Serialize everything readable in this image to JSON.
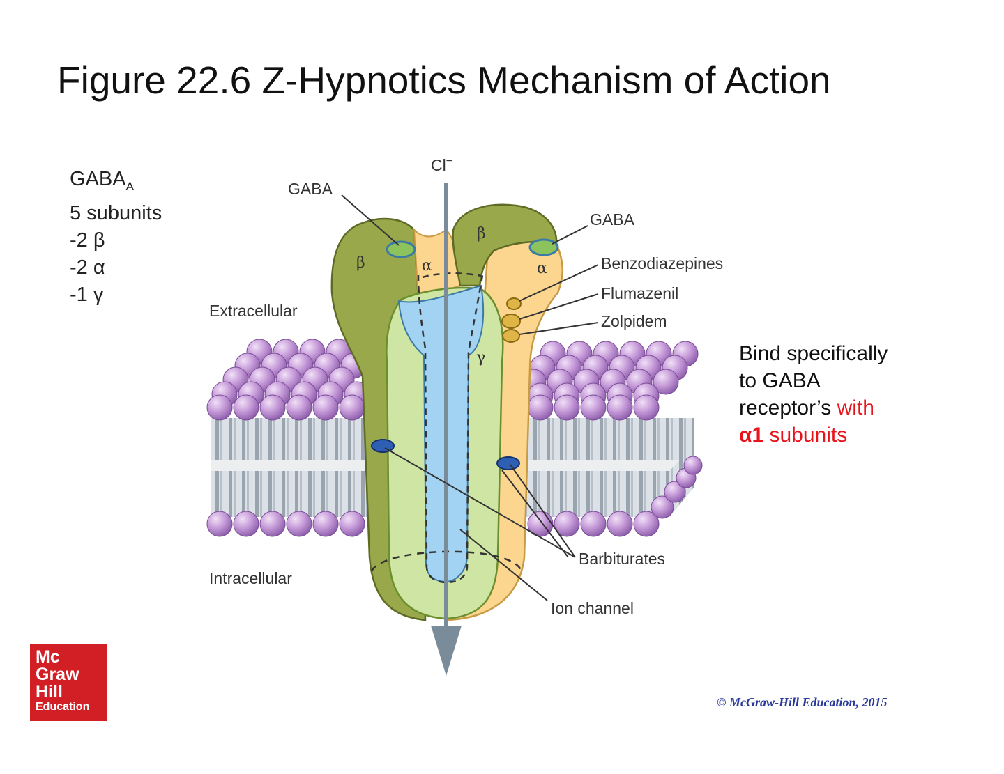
{
  "title": "Figure 22.6 Z-Hypnotics Mechanism of Action",
  "info": {
    "line1_main": "GABA",
    "line1_sub": "A",
    "line2": "5 subunits",
    "line3": "-2 β",
    "line4": "-2 α",
    "line5": "-1 γ"
  },
  "bind": {
    "line1": "Bind specifically",
    "line2": "to GABA",
    "line3_pre": "receptor’s ",
    "line3_red": "with",
    "line4_bold": "α1",
    "line4_rest": " subunits"
  },
  "diagram": {
    "cl_label": "Cl",
    "cl_sup": "−",
    "gaba_left": "GABA",
    "gaba_right": "GABA",
    "benzodiazepines": "Benzodiazepines",
    "flumazenil": "Flumazenil",
    "zolpidem": "Zolpidem",
    "extracellular": "Extracellular",
    "intracellular": "Intracellular",
    "barbiturates": "Barbiturates",
    "ion_channel": "Ion channel",
    "beta_left": "β",
    "beta_right": "β",
    "alpha_left": "α",
    "alpha_right": "α",
    "gamma": "γ"
  },
  "colors": {
    "beta_subunit": "#98a84a",
    "alpha_subunit": "#fcd58f",
    "gamma_subunit": "#cfe5a4",
    "channel": "#a3d3f2",
    "lipid_head": "#c59ad8",
    "accent_red": "#e8141c",
    "logo_red": "#d21f26"
  },
  "logo": {
    "line1": "Mc",
    "line2": "Graw",
    "line3": "Hill",
    "line4": "Education"
  },
  "copyright": "© McGraw-Hill Education, 2015"
}
